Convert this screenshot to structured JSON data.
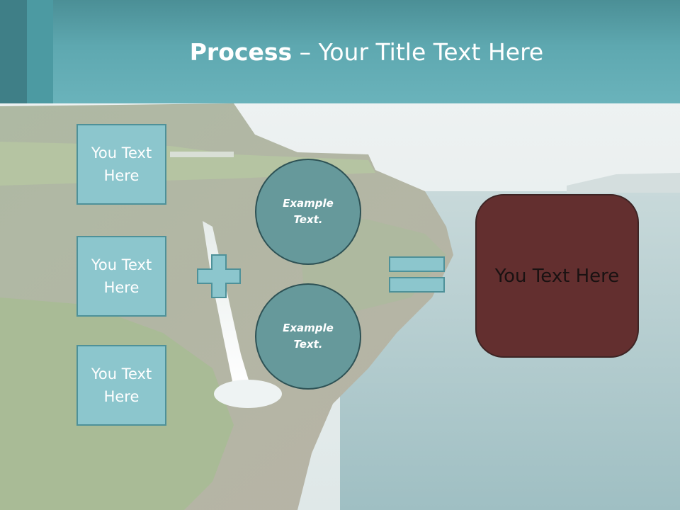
{
  "slide": {
    "title_bold": "Process",
    "title_rest": " – Your Title Text Here"
  },
  "inputs": [
    {
      "label": "You Text Here"
    },
    {
      "label": "You Text Here"
    },
    {
      "label": "You Text Here"
    }
  ],
  "circles": [
    {
      "label": "Example Text."
    },
    {
      "label": "Example Text."
    }
  ],
  "result": {
    "label": "You Text Here"
  },
  "icons": [
    "plus-icon",
    "equals-icon"
  ],
  "colors": {
    "header": "#5ea8b0",
    "box_fill": "#8cc6cd",
    "circle_fill": "#66999b",
    "result_fill": "#632f2f"
  }
}
